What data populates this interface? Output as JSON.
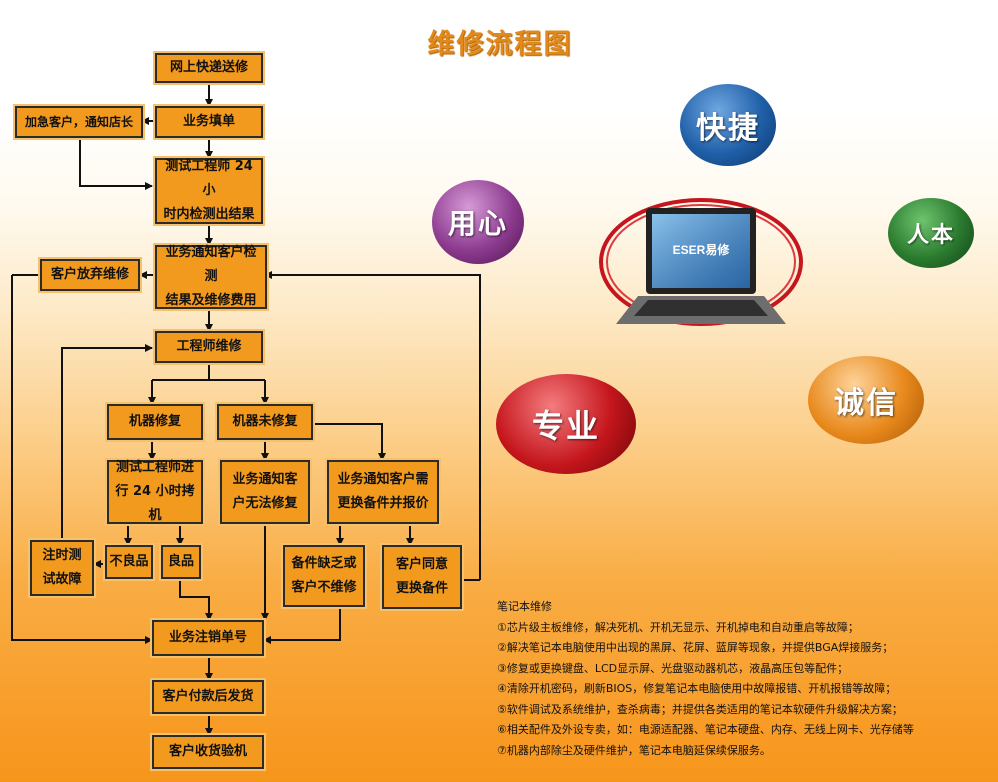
{
  "title": "维修流程图",
  "flow": {
    "online_express": "网上快递送修",
    "fill_form": "业务填单",
    "urgent": "加急客户，通知店长",
    "test_24h_line1": "测试工程师 24 小",
    "test_24h_line2": "时内检测出结果",
    "notify_line1": "业务通知客户检测",
    "notify_line2": "结果及维修费用",
    "abandon": "客户放弃维修",
    "engineer_repair": "工程师维修",
    "repaired": "机器修复",
    "not_repaired": "机器未修复",
    "burnin_line1": "测试工程师进",
    "burnin_line2": "行 24 小时拷机",
    "cannot_fix_line1": "业务通知客",
    "cannot_fix_line2": "户无法修复",
    "need_parts_line1": "业务通知客户需",
    "need_parts_line2": "更换备件并报价",
    "defective": "不良品",
    "good": "良品",
    "note_fault_line1": "注时测",
    "note_fault_line2": "试故障",
    "parts_missing_line1": "备件缺乏或",
    "parts_missing_line2": "客户不维修",
    "agree_line1": "客户同意",
    "agree_line2": "更换备件",
    "cancel_order": "业务注销单号",
    "pay_ship": "客户付款后发货",
    "receive": "客户收货验机"
  },
  "values": {
    "fast": "快捷",
    "humane": "人本",
    "attentive": "用心",
    "professional": "专业",
    "integrity": "诚信"
  },
  "logo": {
    "text": "ESER易修"
  },
  "notes": {
    "heading": "笔记本维修",
    "items": [
      "①芯片级主板维修，解决死机、开机无显示、开机掉电和自动重启等故障；",
      "②解决笔记本电脑使用中出现的黑屏、花屏、蓝屏等现象，并提供BGA焊接服务；",
      "③修复或更换键盘、LCD显示屏、光盘驱动器机芯，液晶高压包等配件；",
      "④清除开机密码，刷新BIOS，修复笔记本电脑使用中故障报错、开机报错等故障；",
      "⑤软件调试及系统维护，查杀病毒；并提供各类适用的笔记本软硬件升级解决方案；",
      "⑥相关配件及外设专卖，如：电源适配器、笔记本硬盘、内存、无线上网卡、光存储等",
      "⑦机器内部除尘及硬件维护，笔记本电脑延保续保服务。"
    ]
  },
  "colors": {
    "box_fill": "#f29a1e",
    "fast": "#1f5fa8",
    "humane": "#2a7a2e",
    "attentive": "#8d3b8f",
    "professional": "#c4161c",
    "integrity": "#e8891c"
  }
}
